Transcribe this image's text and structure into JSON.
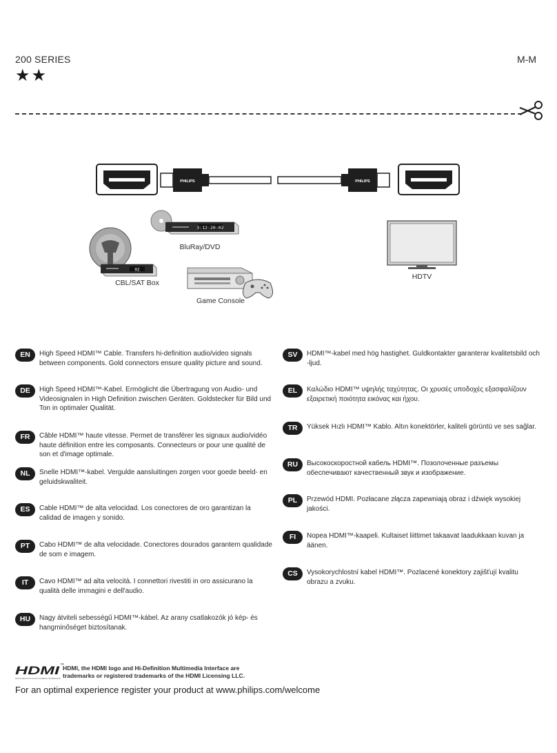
{
  "header": {
    "series": "200 SERIES",
    "stars": "★★",
    "model": "M-M"
  },
  "diagram": {
    "brand_label": "PHILIPS",
    "devices": {
      "bluray": {
        "label": "BluRay/DVD",
        "display": "3:12:20:02"
      },
      "cbl_sat": {
        "label": "CBL/SAT Box",
        "display": "02"
      },
      "game_console": {
        "label": "Game Console"
      },
      "hdtv": {
        "label": "HDTV"
      }
    }
  },
  "languages_left": [
    {
      "code": "EN",
      "text": "High Speed HDMI™ Cable. Transfers hi-definition audio/video signals between components. Gold connectors ensure quality picture and sound."
    },
    {
      "code": "DE",
      "text": "High Speed HDMI™-Kabel. Ermöglicht die Übertragung von Audio- und Videosignalen in High Definition zwischen Geräten. Goldstecker für Bild und Ton in optimaler Qualität."
    },
    {
      "code": "FR",
      "text": "Câble HDMI™ haute vitesse. Permet de transférer les signaux audio/vidéo haute définition entre les composants. Connecteurs or pour une qualité de son et d'image optimale."
    },
    {
      "code": "NL",
      "text": "Snelle HDMI™-kabel. Vergulde aansluitingen zorgen voor goede beeld- en geluidskwaliteit."
    },
    {
      "code": "ES",
      "text": "Cable HDMI™ de alta velocidad. Los conectores de oro garantizan la calidad de imagen y sonido."
    },
    {
      "code": "PT",
      "text": "Cabo HDMI™ de alta velocidade. Conectores dourados garantem qualidade de som e imagem."
    },
    {
      "code": "IT",
      "text": "Cavo HDMI™ ad alta velocità. I connettori rivestiti in oro assicurano la qualità delle immagini e dell'audio."
    },
    {
      "code": "HU",
      "text": "Nagy átviteli sebességű HDMI™-kábel. Az arany csatlakozók jó kép- és hangminőséget biztosítanak."
    }
  ],
  "languages_right": [
    {
      "code": "SV",
      "text": "HDMI™-kabel med hög hastighet. Guldkontakter garanterar kvalitetsbild och -ljud."
    },
    {
      "code": "EL",
      "text": "Καλώδιο HDMI™ υψηλής ταχύτητας. Οι χρυσές υποδοχές εξασφαλίζουν εξαιρετική ποιότητα εικόνας και ήχου."
    },
    {
      "code": "TR",
      "text": "Yüksek Hızlı HDMI™ Kablo. Altın konektörler, kaliteli görüntü ve ses sağlar."
    },
    {
      "code": "RU",
      "text": "Высокоскоростной кабель HDMI™. Позолоченные разъемы обеспечивают качественный звук и изображение."
    },
    {
      "code": "PL",
      "text": "Przewód HDMI. Pozłacane złącza zapewniają obraz i dźwięk wysokiej jakości."
    },
    {
      "code": "FI",
      "text": "Nopea HDMI™-kaapeli. Kultaiset liittimet takaavat laadukkaan kuvan ja äänen."
    },
    {
      "code": "CS",
      "text": "Vysokorychlostní kabel HDMI™. Pozlacené konektory zajišťují kvalitu obrazu a zvuku."
    }
  ],
  "footer": {
    "hdmi_logo_text": "HDMI",
    "hdmi_tm": "™",
    "hdmi_logo_subtext": "HIGH-DEFINITION MULTIMEDIA INTERFACE",
    "hdmi_note": "HDMI, the HDMI logo and Hi-Definition Multimedia Interface are trademarks or registered trademarks of the HDMI Licensing LLC.",
    "register": "For an optimal experience register your product at www.philips.com/welcome"
  },
  "colors": {
    "ink": "#1e1e1e",
    "text": "#2a2a2a",
    "gray": "#9a9a9a",
    "light": "#d6d6d6",
    "background": "#ffffff"
  }
}
